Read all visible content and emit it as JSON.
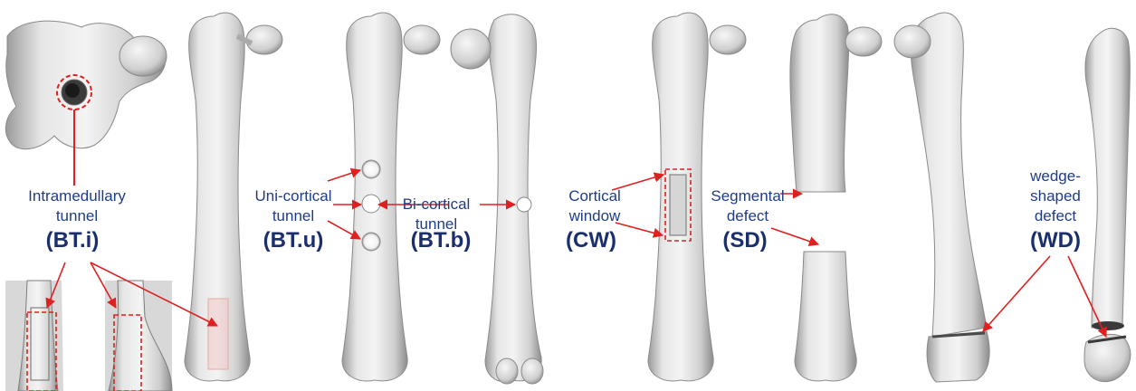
{
  "colors": {
    "bone_light": "#efefef",
    "bone_mid": "#c9c9c9",
    "bone_dark": "#8a8a8a",
    "label_blue": "#1f3c88",
    "code_blue": "#1a2f6e",
    "marker_red": "#e02020"
  },
  "groups": {
    "bti": {
      "label_lines": [
        "Intramedullary",
        "tunnel"
      ],
      "code": "(BT.i)"
    },
    "btu": {
      "label_lines": [
        "Uni-cortical",
        "tunnel"
      ],
      "code": "(BT.u)"
    },
    "btb": {
      "label_lines": [
        "Bi-cortical",
        "tunnel"
      ],
      "code": "(BT.b)"
    },
    "cw": {
      "label_lines": [
        "Cortical",
        "window"
      ],
      "code": "(CW)"
    },
    "sd": {
      "label_lines": [
        "Segmental",
        "defect"
      ],
      "code": "(SD)"
    },
    "wd": {
      "label_lines": [
        "wedge-",
        "shaped",
        "defect"
      ],
      "code": "(WD)"
    }
  }
}
